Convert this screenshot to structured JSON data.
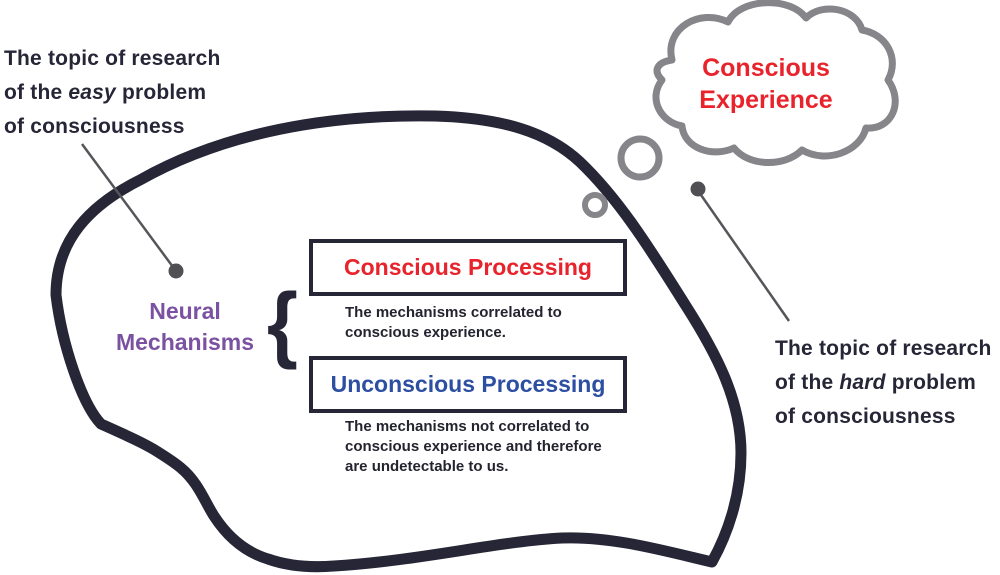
{
  "palette": {
    "outline": "#262637",
    "cloud_gray": "#85858a",
    "pointer_gray": "#55555a",
    "dot_gray": "#4f4f54",
    "red": "#e8232b",
    "purple": "#7b51a1",
    "blue": "#2d4fa2",
    "caption_text": "#242430"
  },
  "easy_note": {
    "line1": "The topic of research",
    "line2_pre": "of the ",
    "line2_em": "easy",
    "line2_post": " problem",
    "line3": "of consciousness"
  },
  "hard_note": {
    "line1": "The topic of research",
    "line2_pre": "of the ",
    "line2_em": "hard",
    "line2_post": " problem",
    "line3": "of consciousness"
  },
  "cloud": {
    "line1": "Conscious",
    "line2": "Experience"
  },
  "neural": {
    "line1": "Neural",
    "line2": "Mechanisms",
    "brace": "{"
  },
  "conscious_box": {
    "title": "Conscious Processing",
    "caption1": "The mechanisms correlated to",
    "caption2": "conscious experience."
  },
  "unconscious_box": {
    "title": "Unconscious Processing",
    "caption1": "The mechanisms not correlated to",
    "caption2": "conscious experience and therefore",
    "caption3": "are undetectable to us."
  }
}
